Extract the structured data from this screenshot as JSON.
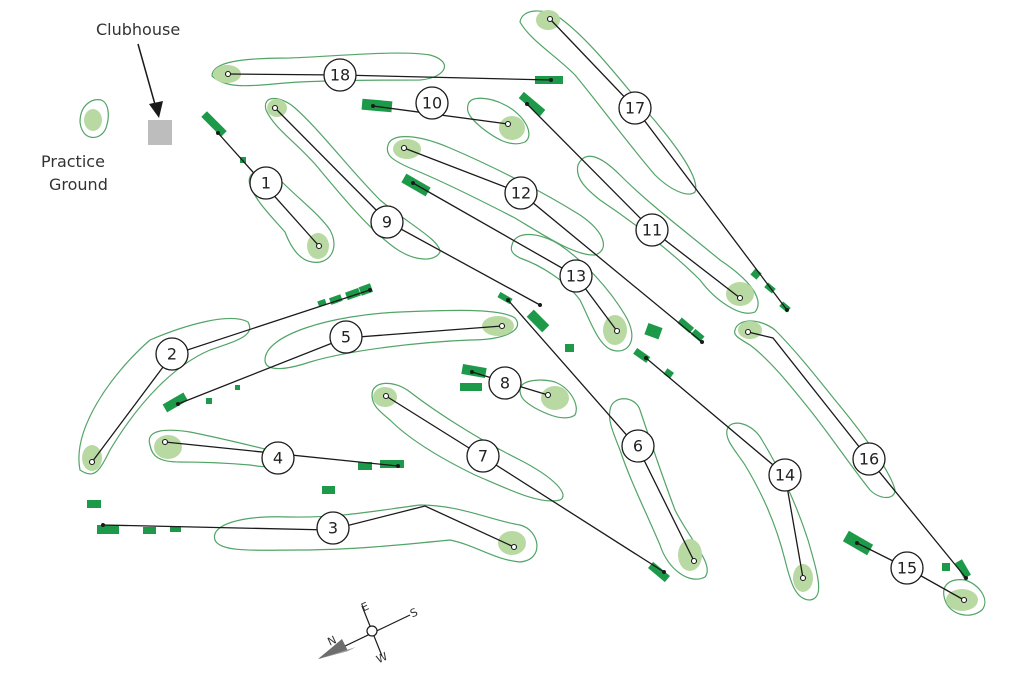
{
  "labels": {
    "clubhouse": "Clubhouse",
    "practice_line1": "Practice",
    "practice_line2": "Ground"
  },
  "compass": {
    "n": "N",
    "s": "S",
    "e": "E",
    "w": "W"
  },
  "holes": [
    "1",
    "2",
    "3",
    "4",
    "5",
    "6",
    "7",
    "8",
    "9",
    "10",
    "11",
    "12",
    "13",
    "14",
    "15",
    "16",
    "17",
    "18"
  ],
  "colors": {
    "outline": "#52a467",
    "green": "#b9d9a3",
    "tee": "#1d9a49",
    "clubhouse": "#bdbdbd"
  }
}
